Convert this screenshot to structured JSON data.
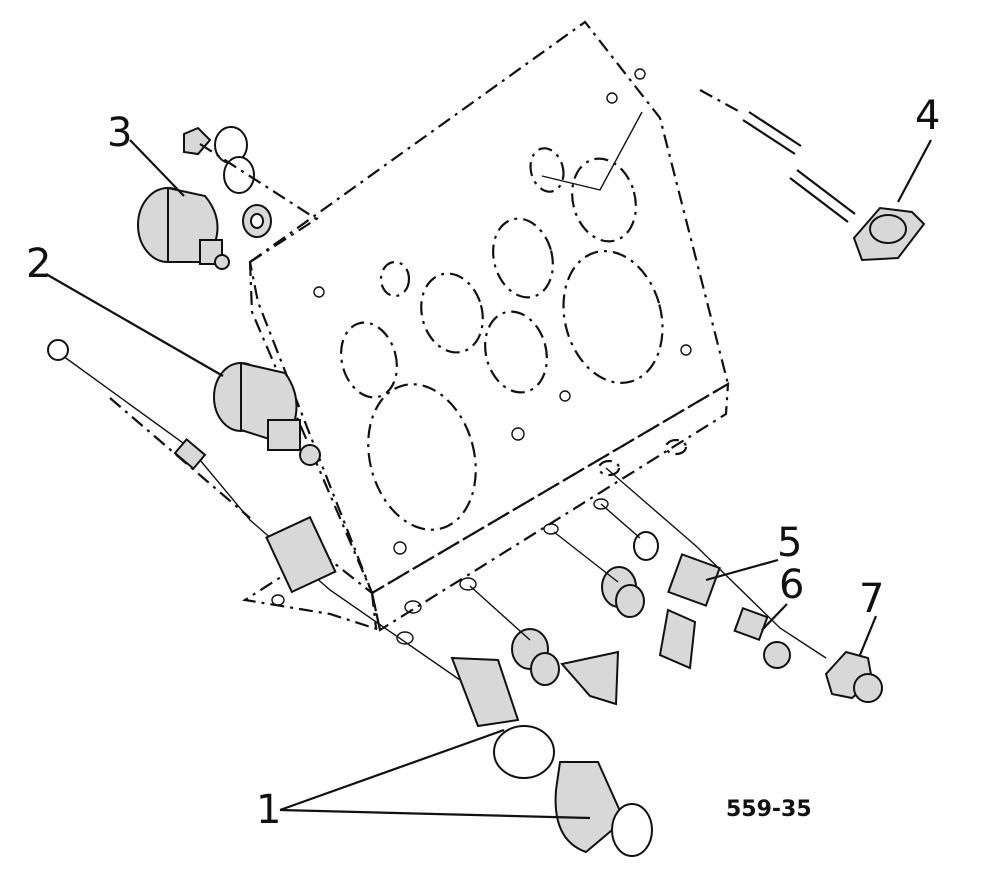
{
  "diagram": {
    "callouts": [
      {
        "id": "1",
        "label": "1"
      },
      {
        "id": "2",
        "label": "2"
      },
      {
        "id": "3",
        "label": "3"
      },
      {
        "id": "4",
        "label": "4"
      },
      {
        "id": "5",
        "label": "5"
      },
      {
        "id": "6",
        "label": "6"
      },
      {
        "id": "7",
        "label": "7"
      }
    ],
    "reference_code": "559-35"
  },
  "colors": {
    "ink": "#111111",
    "part_fill": "#d8d8d8",
    "background": "#ffffff"
  }
}
